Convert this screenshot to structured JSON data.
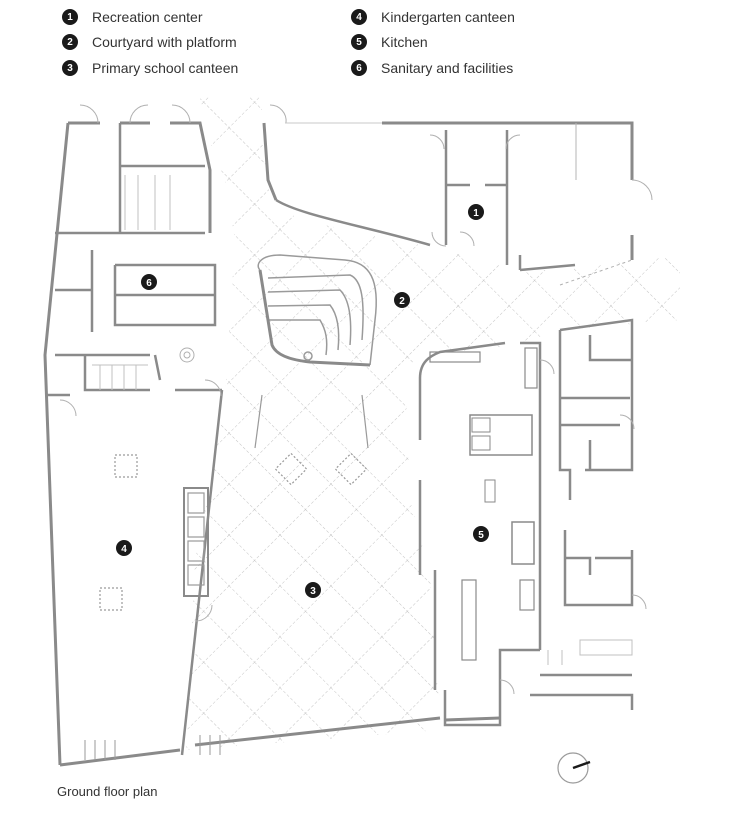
{
  "legend": [
    {
      "num": "1",
      "label": "Recreation center"
    },
    {
      "num": "2",
      "label": "Courtyard with platform"
    },
    {
      "num": "3",
      "label": "Primary school canteen"
    },
    {
      "num": "4",
      "label": "Kindergarten canteen"
    },
    {
      "num": "5",
      "label": "Kitchen"
    },
    {
      "num": "6",
      "label": "Sanitary and facilities"
    }
  ],
  "markers": [
    "1",
    "2",
    "3",
    "4",
    "5",
    "6"
  ],
  "caption": "Ground floor plan",
  "colors": {
    "wall": "#8a8a8a",
    "wall_dark": "#4a4a4a",
    "line": "#b5b5b5",
    "marker": "#1a1a1a",
    "text": "#333333"
  }
}
